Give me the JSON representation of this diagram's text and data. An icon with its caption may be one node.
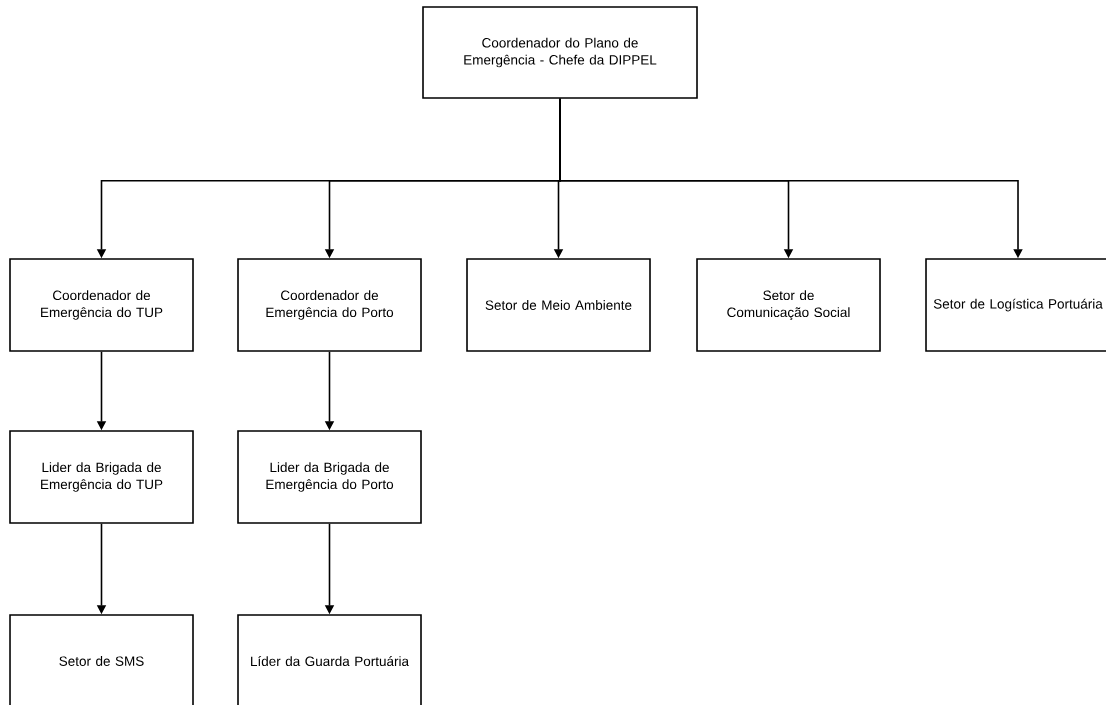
{
  "diagram": {
    "nodes": [
      {
        "text": [
          "Coordenador do Plano de Emergência - Chefe da DIPPEL"
        ]
      },
      {
        "text": [
          "Coordenador de Emergência do TUP"
        ]
      },
      {
        "text": [
          "Coordenador de Emergência do Porto"
        ]
      },
      {
        "text": [
          "Setor de Meio Ambiente"
        ]
      },
      {
        "text": [
          "Setor de Comunicação Social"
        ]
      },
      {
        "text": [
          "Setor de Logística Portuária"
        ]
      },
      {
        "text": [
          "Lider da Brigada de Emergência do TUP"
        ]
      },
      {
        "text": [
          "Lider da Brigada de Emergência do Porto"
        ]
      },
      {
        "text": [
          "Setor de SMS"
        ]
      },
      {
        "text": [
          "Líder da Guarda Portuária"
        ]
      }
    ],
    "edges": [
      {
        "from": 0,
        "to": 1,
        "arrow": "to"
      },
      {
        "from": 0,
        "to": 2,
        "arrow": "to"
      },
      {
        "from": 0,
        "to": 3,
        "arrow": "to"
      },
      {
        "from": 0,
        "to": 4,
        "arrow": "to"
      },
      {
        "from": 0,
        "to": 5,
        "arrow": "to"
      },
      {
        "from": 1,
        "to": 6,
        "arrow": "to"
      },
      {
        "from": 2,
        "to": 7,
        "arrow": "to"
      },
      {
        "from": 6,
        "to": 8,
        "arrow": "to"
      },
      {
        "from": 7,
        "to": 9,
        "arrow": "to"
      }
    ]
  }
}
